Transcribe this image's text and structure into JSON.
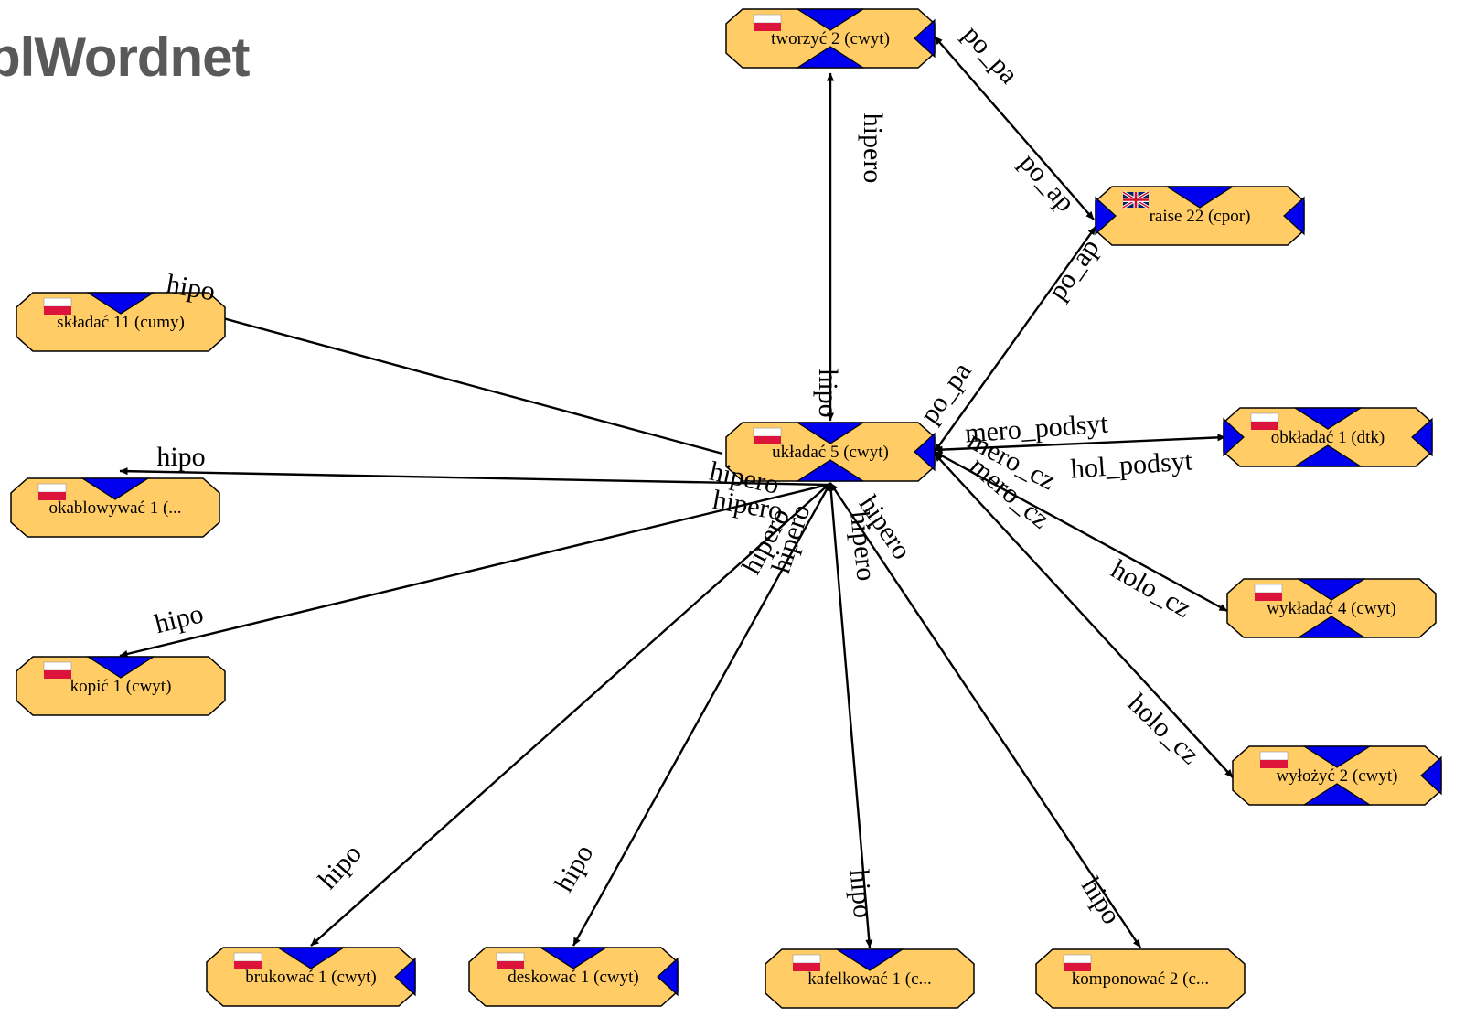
{
  "header": {
    "title": "plWordnet"
  },
  "colors": {
    "node_fill": "#ffcc66",
    "node_marker": "#0000ee",
    "edge": "#000000"
  },
  "nodes": [
    {
      "id": "tworzyc",
      "label": "tworzyć 2 (cwyt)",
      "flag": "pl-flag-icon",
      "markers": [
        "top",
        "bottom",
        "right"
      ]
    },
    {
      "id": "raise",
      "label": "raise 22 (cpor)",
      "flag": "uk-flag-icon",
      "markers": [
        "top",
        "left",
        "right"
      ]
    },
    {
      "id": "skladac",
      "label": "składać 11 (cumy)",
      "flag": "pl-flag-icon",
      "markers": [
        "top"
      ]
    },
    {
      "id": "okablowywac",
      "label": "okablowywać 1 (...",
      "flag": "pl-flag-icon",
      "markers": [
        "top"
      ]
    },
    {
      "id": "kopic",
      "label": "kopić 1 (cwyt)",
      "flag": "pl-flag-icon",
      "markers": [
        "top"
      ]
    },
    {
      "id": "ukladac",
      "label": "układać 5 (cwyt)",
      "flag": "pl-flag-icon",
      "markers": [
        "top",
        "bottom",
        "right"
      ]
    },
    {
      "id": "obkladac",
      "label": "obkładać 1 (dtk)",
      "flag": "pl-flag-icon",
      "markers": [
        "top",
        "bottom",
        "left",
        "right"
      ]
    },
    {
      "id": "wykladac",
      "label": "wykładać 4 (cwyt)",
      "flag": "pl-flag-icon",
      "markers": [
        "top",
        "bottom"
      ]
    },
    {
      "id": "wylozyc",
      "label": "wyłożyć 2 (cwyt)",
      "flag": "pl-flag-icon",
      "markers": [
        "top",
        "bottom",
        "right"
      ]
    },
    {
      "id": "brukowac",
      "label": "brukować 1 (cwyt)",
      "flag": "pl-flag-icon",
      "markers": [
        "top",
        "right"
      ]
    },
    {
      "id": "deskowac",
      "label": "deskować 1 (cwyt)",
      "flag": "pl-flag-icon",
      "markers": [
        "top",
        "right"
      ]
    },
    {
      "id": "kafelkowac",
      "label": "kafelkować 1 (c...",
      "flag": "pl-flag-icon",
      "markers": [
        "top"
      ]
    },
    {
      "id": "komponowac",
      "label": "komponować 2 (c...",
      "flag": "pl-flag-icon",
      "markers": []
    }
  ],
  "edges": [
    {
      "from": "ukladac",
      "to": "tworzyc",
      "label_to": "hipero",
      "label_from": "hipo"
    },
    {
      "from": "tworzyc",
      "to": "raise",
      "label_from": "po_pa",
      "label_to": "po_ap"
    },
    {
      "from": "ukladac",
      "to": "raise",
      "label_to": "po_ap",
      "label_from": "po_pa"
    },
    {
      "from": "ukladac",
      "to": "skladac",
      "label_to": "hipo",
      "label_from": ""
    },
    {
      "from": "ukladac",
      "to": "okablowywac",
      "label_to": "hipo",
      "label_from": "hipero"
    },
    {
      "from": "ukladac",
      "to": "kopic",
      "label_to": "hipo",
      "label_from": "hipero"
    },
    {
      "from": "ukladac",
      "to": "obkladac",
      "label_from": "mero_podsyt",
      "label_to": "hol_podsyt"
    },
    {
      "from": "ukladac",
      "to": "wykladac",
      "label_from": "mero_cz",
      "label_to": "holo_cz"
    },
    {
      "from": "ukladac",
      "to": "wylozyc",
      "label_from": "mero_cz",
      "label_to": "holo_cz"
    },
    {
      "from": "ukladac",
      "to": "brukowac",
      "label_to": "hipo",
      "label_from": "hipero"
    },
    {
      "from": "ukladac",
      "to": "deskowac",
      "label_to": "hipo",
      "label_from": "hipero"
    },
    {
      "from": "ukladac",
      "to": "kafelkowac",
      "label_to": "hipo",
      "label_from": "hipero"
    },
    {
      "from": "ukladac",
      "to": "komponowac",
      "label_to": "hipo",
      "label_from": "hipero"
    }
  ]
}
